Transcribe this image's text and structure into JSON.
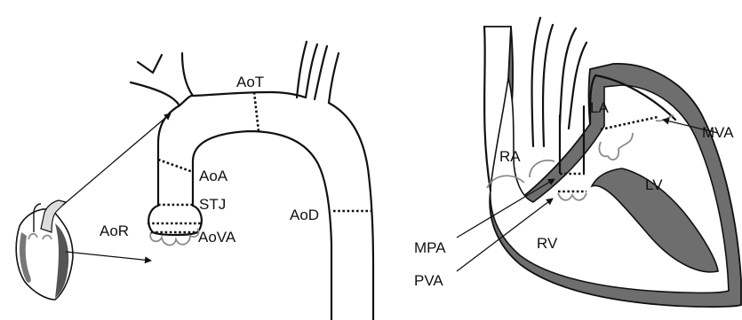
{
  "labels": {
    "aot": "AoT",
    "aoa": "AoA",
    "stj": "STJ",
    "aor": "AoR",
    "aova": "AoVA",
    "aod": "AoD",
    "ra": "RA",
    "la": "LA",
    "lv": "LV",
    "rv": "RV",
    "mpa": "MPA",
    "pva": "PVA",
    "mva": "MVA"
  },
  "colors": {
    "stroke": "#111111",
    "wall": "#6e6e6e",
    "valve": "#8a8a8a",
    "background": "#ffffff"
  }
}
